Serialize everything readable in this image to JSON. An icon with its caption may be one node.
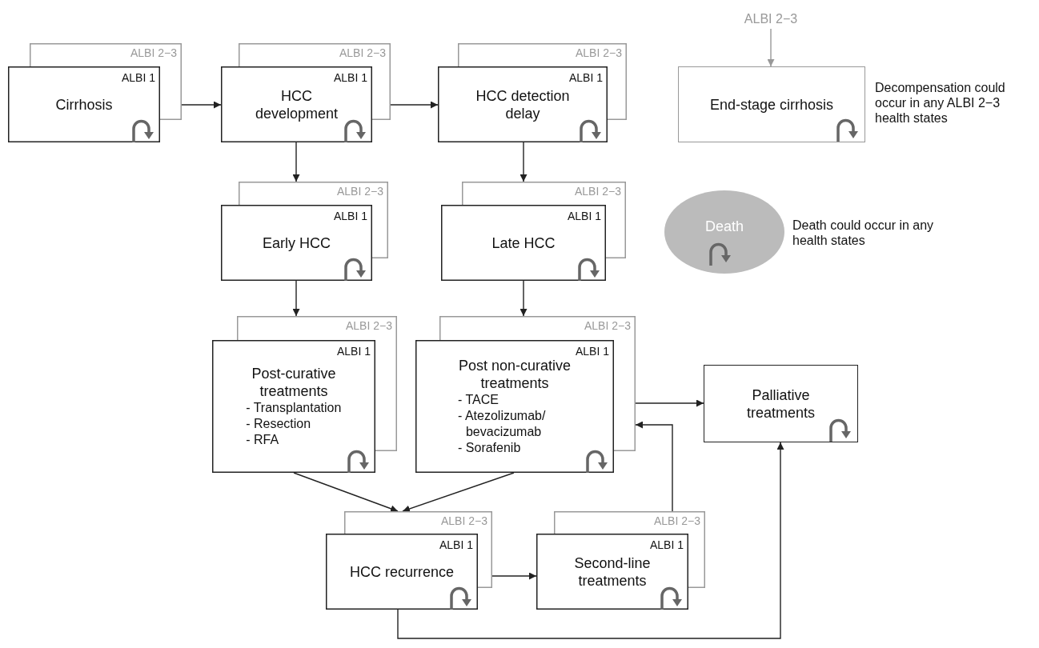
{
  "diagram": {
    "nodes": [
      {
        "text": [
          "ALBI 2−3",
          "ALBI 1",
          "Cirrhosis"
        ]
      },
      {
        "text": [
          "ALBI 2−3",
          "ALBI 1",
          "HCC development"
        ]
      },
      {
        "text": [
          "ALBI 2−3",
          "ALBI 1",
          "HCC detection delay"
        ]
      },
      {
        "text": [
          "ALBI 2−3"
        ]
      },
      {
        "text": [
          "End-stage cirrhosis"
        ],
        "beside": [
          "Decompensation could occur in any ALBI 2−3 health states"
        ]
      },
      {
        "text": [
          "ALBI 2−3",
          "ALBI 1",
          "Early HCC"
        ]
      },
      {
        "text": [
          "ALBI 2−3",
          "ALBI 1",
          "Late HCC"
        ]
      },
      {
        "text": [
          "Death"
        ],
        "beside": [
          "Death could occur in any health states"
        ]
      },
      {
        "text": [
          "ALBI 2−3",
          "ALBI 1",
          "Post-curative treatments",
          "- Transplantation",
          "- Resection",
          "- RFA"
        ]
      },
      {
        "text": [
          "ALBI 2−3",
          "ALBI 1",
          "Post non-curative treatments",
          "- TACE",
          "- Atezolizumab/ bevacizumab",
          "- Sorafenib"
        ]
      },
      {
        "text": [
          "Palliative treatments"
        ]
      },
      {
        "text": [
          "ALBI 2−3",
          "ALBI 1",
          "HCC recurrence"
        ]
      },
      {
        "text": [
          "ALBI 2−3",
          "ALBI 1",
          "Second-line treatments"
        ]
      }
    ],
    "edges": [
      {
        "from": 0,
        "to": 1,
        "arrow": "to"
      },
      {
        "from": 1,
        "to": 2,
        "arrow": "to"
      },
      {
        "from": 1,
        "to": 5,
        "arrow": "to"
      },
      {
        "from": 2,
        "to": 6,
        "arrow": "to"
      },
      {
        "from": 5,
        "to": 8,
        "arrow": "to"
      },
      {
        "from": 6,
        "to": 9,
        "arrow": "to"
      },
      {
        "from": 8,
        "to": 11,
        "arrow": "to"
      },
      {
        "from": 9,
        "to": 11,
        "arrow": "to"
      },
      {
        "from": 11,
        "to": 12,
        "arrow": "to"
      },
      {
        "from": 12,
        "to": 9,
        "arrow": "to"
      },
      {
        "from": 9,
        "to": 10,
        "arrow": "to"
      },
      {
        "from": 11,
        "to": 10,
        "arrow": "to"
      },
      {
        "from": 3,
        "to": 4,
        "arrow": "to",
        "color": "#999999"
      }
    ]
  }
}
